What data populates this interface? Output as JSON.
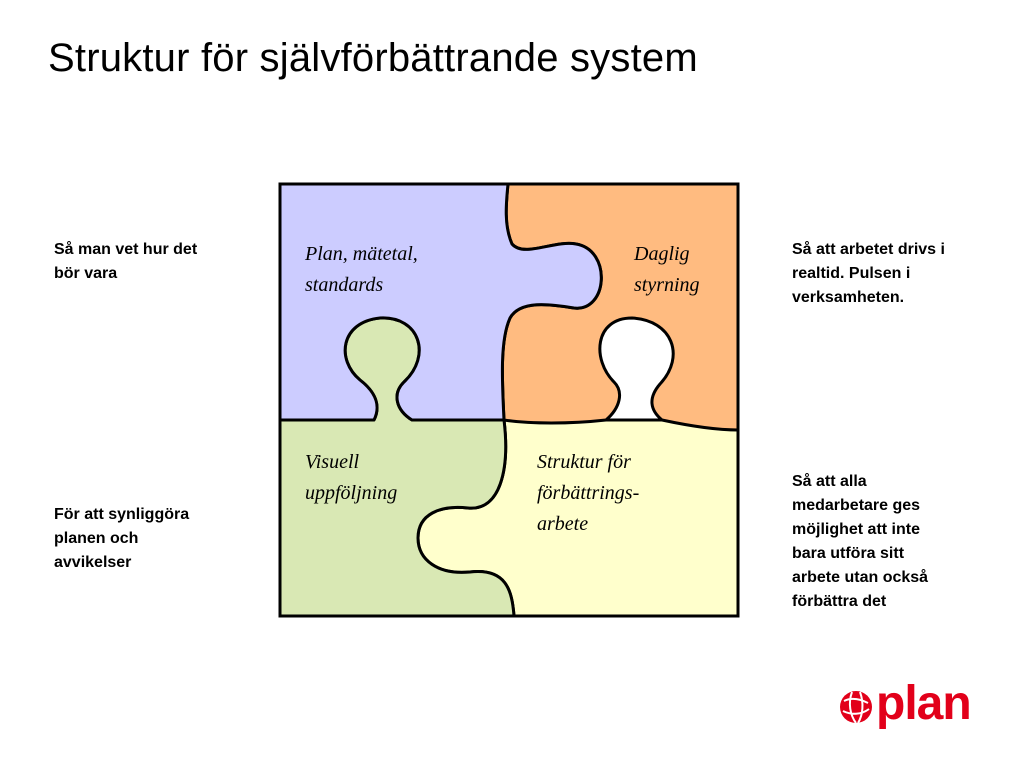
{
  "title": "Struktur för självförbättrande system",
  "notes": {
    "top_left": "Så man vet hur det\nbör vara",
    "bottom_left": "För att synliggöra\nplanen och\navvikelser",
    "top_right": "Så att arbetet drivs i\nrealtid. Pulsen i\nverksamheten.",
    "bottom_right": "Så att alla\nmedarbetare ges\nmöjlighet att inte\nbara utföra sitt\narbete utan också\nförbättra det"
  },
  "pieces": {
    "top_left": {
      "label": "Plan, mätetal,\nstandards",
      "color": "#ccccff"
    },
    "top_right": {
      "label": "Daglig\nstyrning",
      "color": "#ffbb80"
    },
    "bottom_left": {
      "label": "Visuell\nuppföljning",
      "color": "#d9e8b4"
    },
    "bottom_right": {
      "label": "Struktur för\nförbättrings-\narbete",
      "color": "#ffffcc"
    }
  },
  "logo": {
    "text": "plan",
    "color": "#e2001a"
  }
}
